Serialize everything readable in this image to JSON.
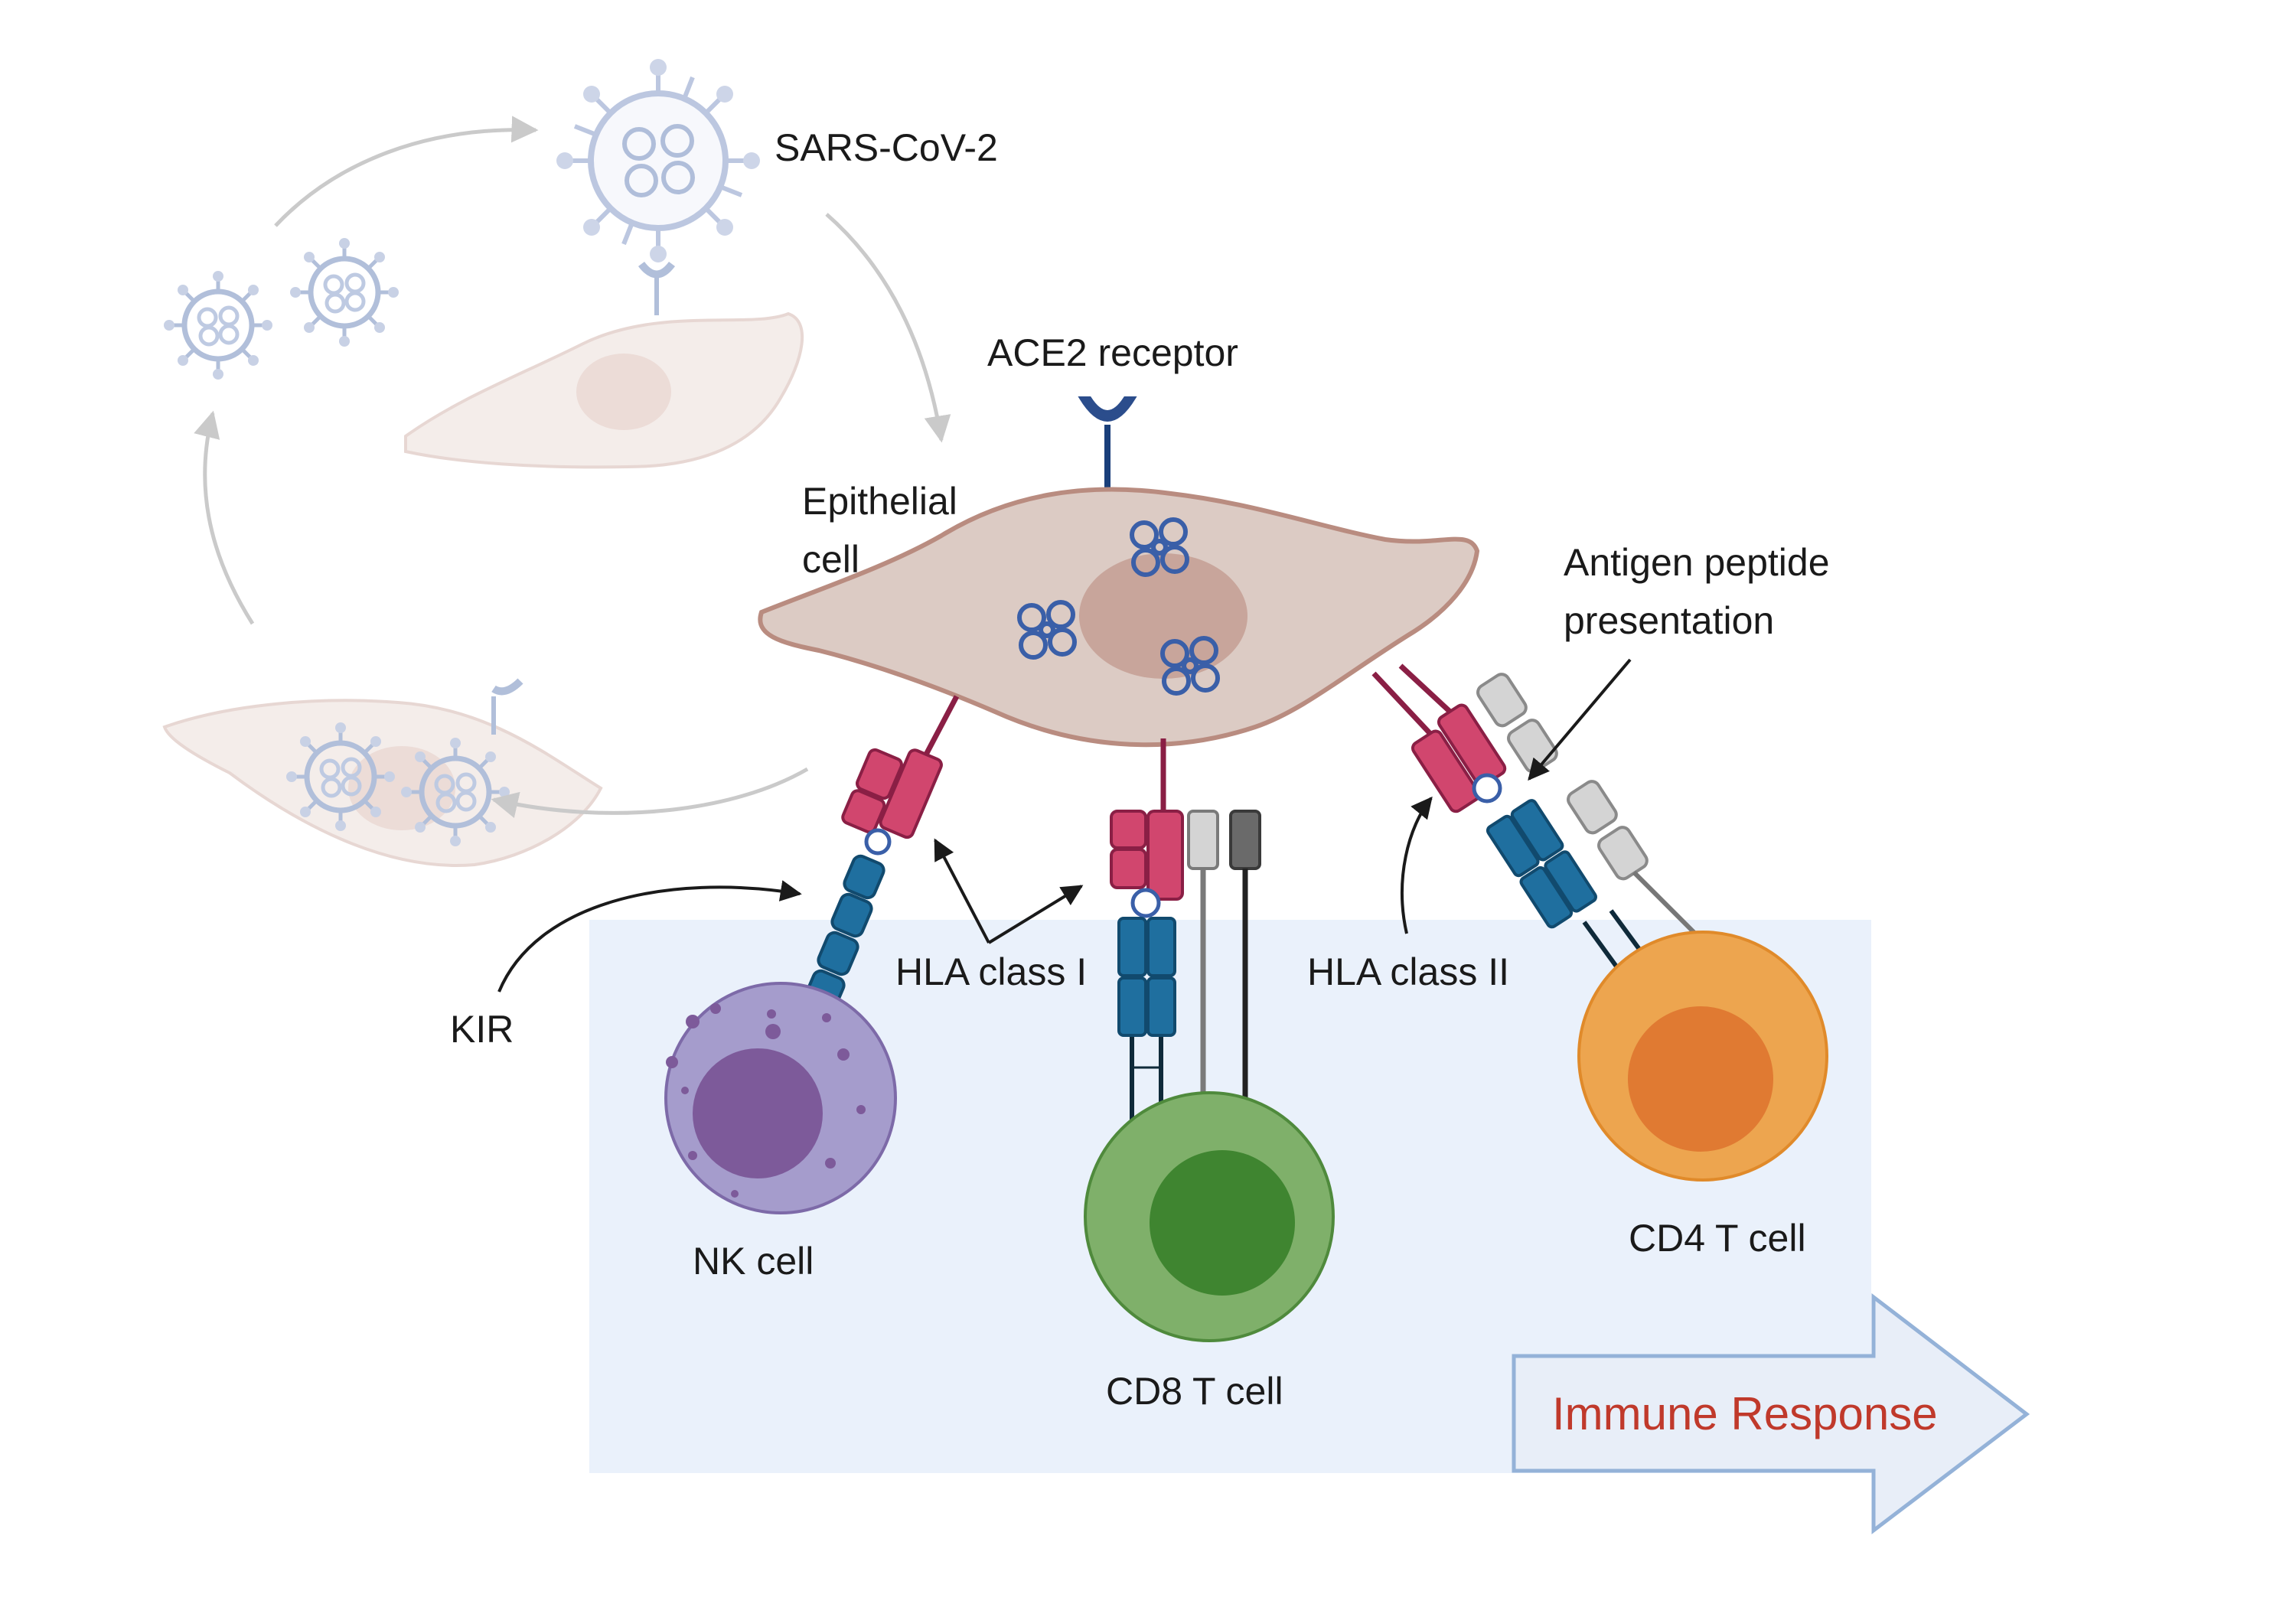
{
  "labels": {
    "virus": "SARS-CoV-2",
    "ace2": "ACE2 receptor",
    "epithelial_line1": "Epithelial",
    "epithelial_line2": "cell",
    "antigen_line1": "Antigen peptide",
    "antigen_line2": "presentation",
    "hla1": "HLA class I",
    "hla2": "HLA class II",
    "kir": "KIR",
    "nk": "NK cell",
    "cd8": "CD8 T cell",
    "cd4": "CD4 T cell",
    "immune": "Immune Response"
  },
  "colors": {
    "background_panel": "#eaf1fb",
    "epithelial_fill": "#dccbc4",
    "epithelial_stroke": "#b98c80",
    "hla_pink": "#d1466e",
    "receptor_blue": "#1f6f9f",
    "nk_fill": "#a59ccc",
    "nk_nucleus": "#7d5a9a",
    "cd8_fill": "#7fb06a",
    "cd8_nucleus": "#3f8530",
    "cd4_fill": "#eda54f",
    "cd4_nucleus": "#e07a32",
    "arrow_stroke": "#94b2d8",
    "immune_text": "#c0392b"
  }
}
